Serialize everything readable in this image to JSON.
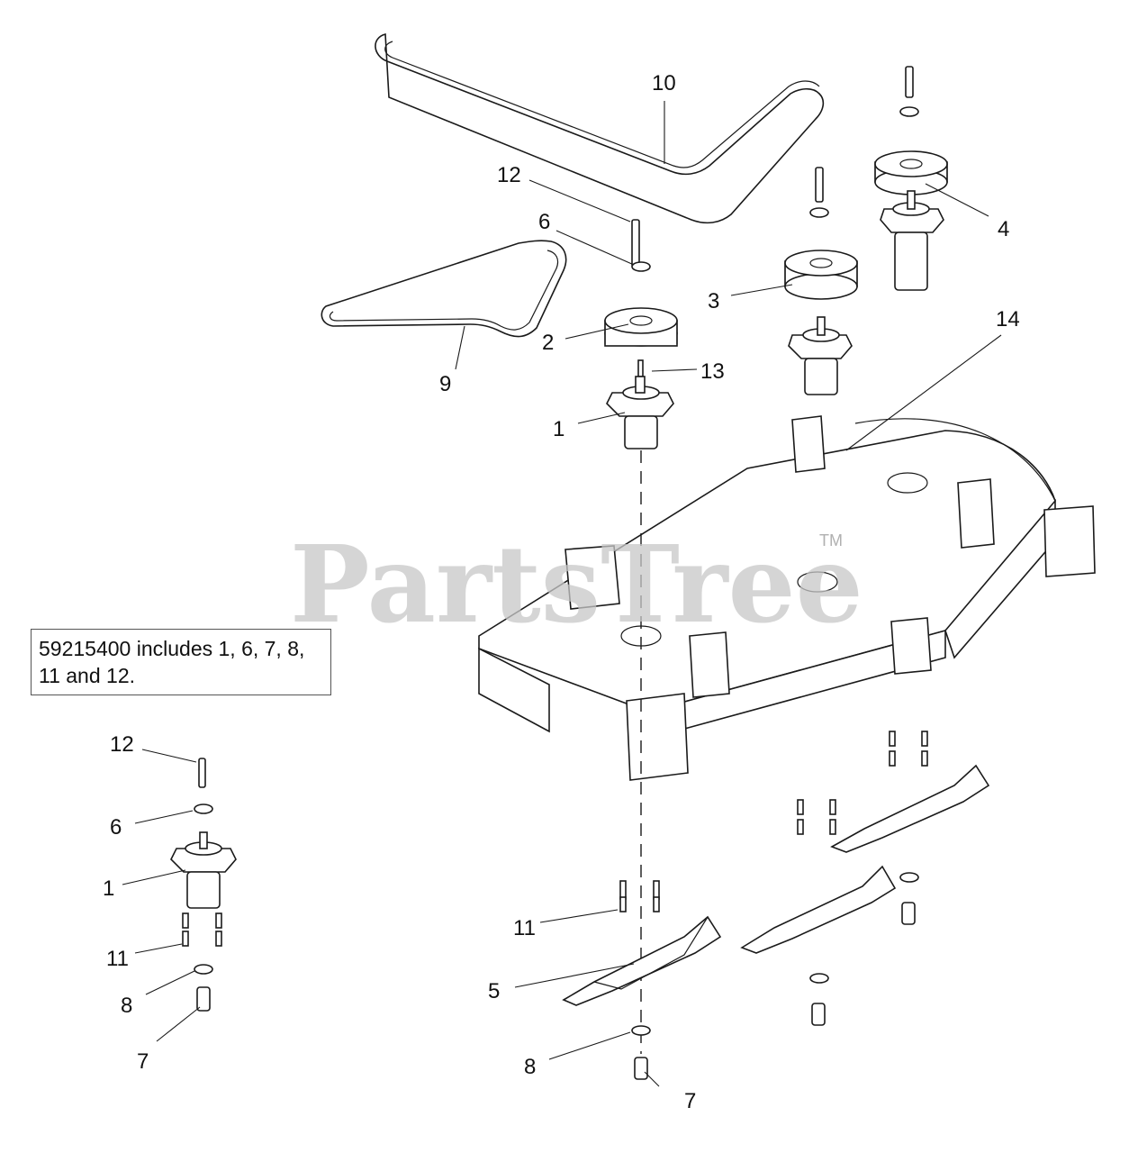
{
  "watermark": {
    "text": "PartsTree",
    "trademark": "TM"
  },
  "note": {
    "text": "59215400 includes 1, 6, 7, 8, 11 and 12."
  },
  "callouts": {
    "c1a": "1",
    "c1b": "1",
    "c2": "2",
    "c3": "3",
    "c4": "4",
    "c5": "5",
    "c6a": "6",
    "c6b": "6",
    "c7a": "7",
    "c7b": "7",
    "c8a": "8",
    "c8b": "8",
    "c9": "9",
    "c10": "10",
    "c11a": "11",
    "c11b": "11",
    "c12a": "12",
    "c12b": "12",
    "c13": "13",
    "c14": "14"
  }
}
